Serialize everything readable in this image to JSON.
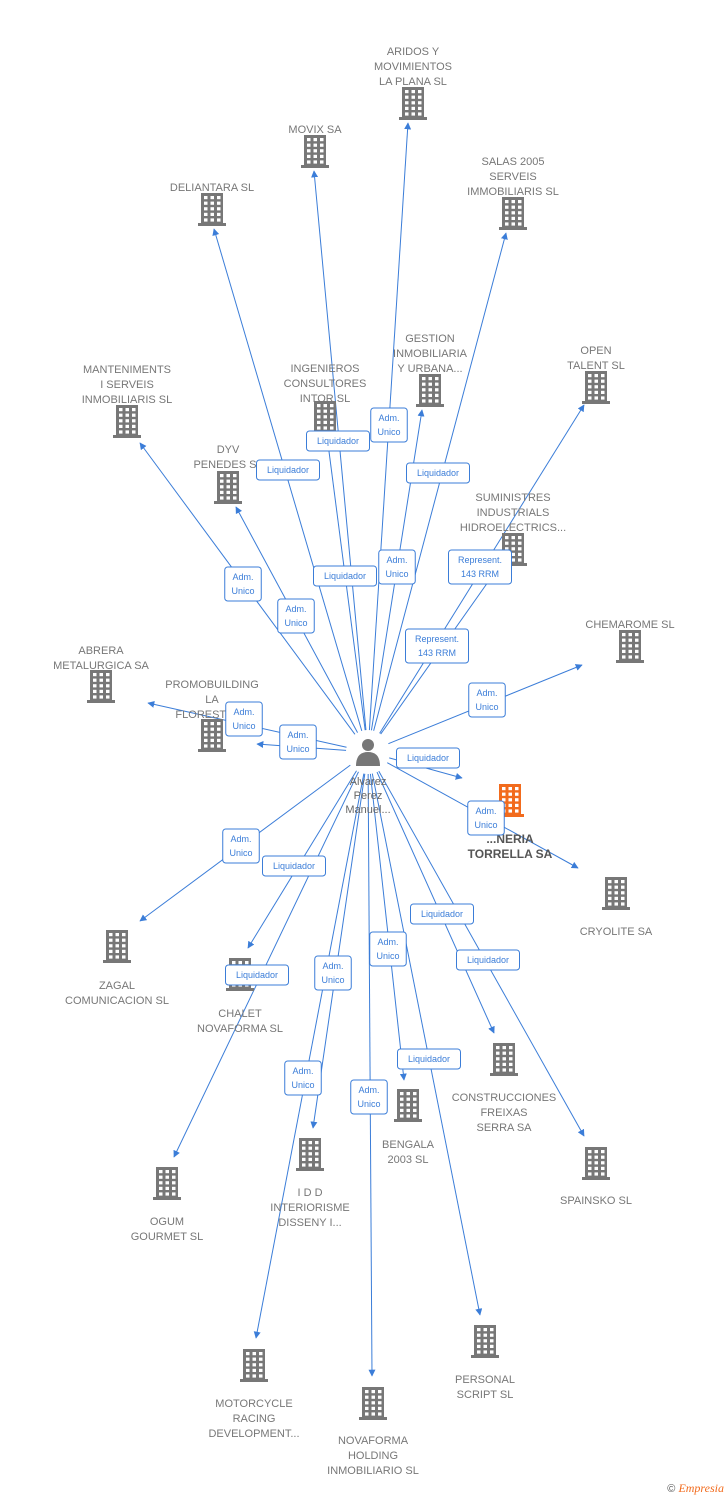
{
  "colors": {
    "edge": "#3b7dd8",
    "building": "#777777",
    "highlight": "#f26b1d",
    "text": "#777777"
  },
  "center": {
    "label": [
      "Alvarez",
      "Perez",
      "Manuel..."
    ],
    "icon": "person-icon"
  },
  "companies": [
    {
      "id": "aridos",
      "lines": [
        "ARIDOS Y",
        "MOVIMIENTOS",
        "LA PLANA SL"
      ]
    },
    {
      "id": "movix",
      "lines": [
        "MOVIX SA"
      ]
    },
    {
      "id": "salas",
      "lines": [
        "SALAS 2005",
        "SERVEIS",
        "IMMOBILIARIS SL"
      ]
    },
    {
      "id": "deliantara",
      "lines": [
        "DELIANTARA SL"
      ]
    },
    {
      "id": "gestion",
      "lines": [
        "GESTION",
        "INMOBILIARIA",
        "Y URBANA..."
      ]
    },
    {
      "id": "open",
      "lines": [
        "OPEN",
        "TALENT SL"
      ]
    },
    {
      "id": "manteniments",
      "lines": [
        "MANTENIMENTS",
        "I SERVEIS",
        "INMOBILIARIS SL"
      ]
    },
    {
      "id": "ingenieros",
      "lines": [
        "INGENIEROS",
        "CONSULTORES",
        "INTOR SL"
      ]
    },
    {
      "id": "dyv",
      "lines": [
        "DYV",
        "PENEDES SL"
      ]
    },
    {
      "id": "suministres",
      "lines": [
        "SUMINISTRES",
        "INDUSTRIALS",
        "HIDROELECTRICS..."
      ]
    },
    {
      "id": "chemarome",
      "lines": [
        "CHEMAROME SL"
      ]
    },
    {
      "id": "abrera",
      "lines": [
        "ABRERA",
        "METALURGICA SA"
      ]
    },
    {
      "id": "promobuilding",
      "lines": [
        "PROMOBUILDING",
        "LA",
        "FLORESTA SL"
      ]
    },
    {
      "id": "torrella",
      "lines": [
        "...NERIA",
        "TORRELLA SA"
      ],
      "highlight": true
    },
    {
      "id": "cryolite",
      "lines": [
        "CRYOLITE SA"
      ]
    },
    {
      "id": "zagal",
      "lines": [
        "ZAGAL",
        "COMUNICACION SL"
      ]
    },
    {
      "id": "chalet",
      "lines": [
        "CHALET",
        "NOVAFORMA SL"
      ]
    },
    {
      "id": "construcciones",
      "lines": [
        "CONSTRUCCIONES",
        "FREIXAS",
        "SERRA SA"
      ]
    },
    {
      "id": "bengala",
      "lines": [
        "BENGALA",
        "2003 SL"
      ]
    },
    {
      "id": "spainsko",
      "lines": [
        "SPAINSKO SL"
      ]
    },
    {
      "id": "ogum",
      "lines": [
        "OGUM",
        "GOURMET SL"
      ]
    },
    {
      "id": "idd",
      "lines": [
        "I D D",
        "INTERIORISME",
        "DISSENY I..."
      ]
    },
    {
      "id": "motorcycle",
      "lines": [
        "MOTORCYCLE",
        "RACING",
        "DEVELOPMENT..."
      ]
    },
    {
      "id": "novaforma",
      "lines": [
        "NOVAFORMA",
        "HOLDING",
        "INMOBILIARIO SL"
      ]
    },
    {
      "id": "personal",
      "lines": [
        "PERSONAL",
        "SCRIPT SL"
      ]
    }
  ],
  "edges": [
    {
      "to": "aridos",
      "label": [
        "Adm.",
        "Unico"
      ]
    },
    {
      "to": "movix",
      "label": [
        "Liquidador"
      ]
    },
    {
      "to": "salas",
      "label": [
        "Adm.",
        "Unico"
      ]
    },
    {
      "to": "deliantara",
      "label": [
        "Liquidador"
      ]
    },
    {
      "to": "gestion",
      "label": [
        "Liquidador"
      ]
    },
    {
      "to": "open",
      "label": [
        "Represent.",
        "143 RRM"
      ]
    },
    {
      "to": "manteniments",
      "label": [
        "Adm.",
        "Unico"
      ]
    },
    {
      "to": "ingenieros",
      "label": [
        "Liquidador"
      ]
    },
    {
      "to": "dyv",
      "label": [
        "Adm.",
        "Unico"
      ]
    },
    {
      "to": "suministres",
      "label": [
        "Represent.",
        "143 RRM"
      ]
    },
    {
      "to": "chemarome",
      "label": [
        "Adm.",
        "Unico"
      ]
    },
    {
      "to": "abrera",
      "label": [
        "Adm.",
        "Unico"
      ]
    },
    {
      "to": "promobuilding",
      "label": [
        "Adm.",
        "Unico"
      ]
    },
    {
      "to": "torrella",
      "label": [
        "Liquidador"
      ]
    },
    {
      "to": "cryolite",
      "label": [
        "Adm.",
        "Unico"
      ]
    },
    {
      "to": "zagal",
      "label": [
        "Adm.",
        "Unico"
      ]
    },
    {
      "to": "chalet",
      "label": [
        "Liquidador"
      ]
    },
    {
      "to": "construcciones",
      "label": [
        "Liquidador"
      ]
    },
    {
      "to": "bengala",
      "label": [
        "Liquidador"
      ]
    },
    {
      "to": "spainsko",
      "label": [
        "Liquidador"
      ]
    },
    {
      "to": "ogum",
      "label": [
        "Liquidador"
      ]
    },
    {
      "to": "idd",
      "label": [
        "Adm.",
        "Unico"
      ]
    },
    {
      "to": "motorcycle",
      "label": [
        "Adm.",
        "Unico"
      ]
    },
    {
      "to": "novaforma",
      "label": [
        "Adm.",
        "Unico"
      ]
    },
    {
      "to": "personal",
      "label": [
        "Adm.",
        "Unico"
      ]
    }
  ],
  "footer": {
    "copyright": "©",
    "brand": "Empresia"
  }
}
